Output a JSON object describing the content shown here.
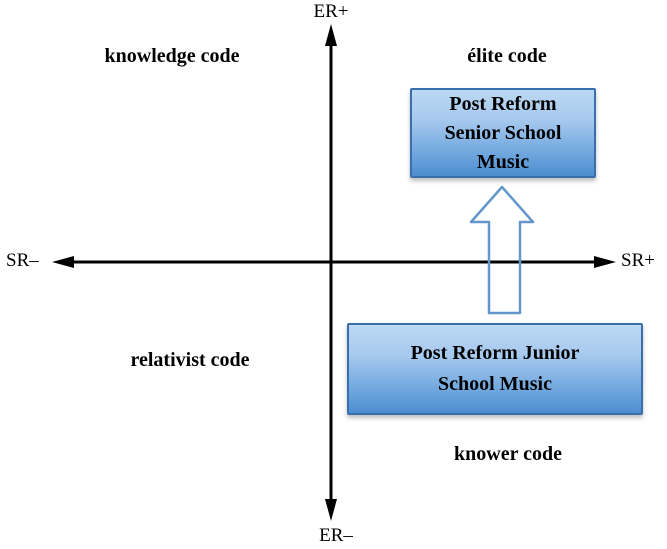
{
  "diagram": {
    "axes": {
      "vertical_top_label": "ER+",
      "vertical_bottom_label": "ER–",
      "horizontal_left_label": "SR–",
      "horizontal_right_label": "SR+"
    },
    "quadrants": {
      "top_left": "knowledge code",
      "top_right": "élite code",
      "bottom_left": "relativist code",
      "bottom_right": "knower code"
    },
    "boxes": {
      "senior": {
        "lines": [
          "Post Reform",
          "Senior School",
          "Music"
        ]
      },
      "junior": {
        "lines": [
          "Post Reform Junior",
          "School Music"
        ]
      }
    },
    "arrow": {
      "direction": "up"
    },
    "colors": {
      "axis": "#000000",
      "box_border": "#3a6fae",
      "box_fill_top": "#bcd8f3",
      "box_fill_bottom": "#4d8ed0",
      "block_arrow_outline": "#6496cd"
    }
  }
}
